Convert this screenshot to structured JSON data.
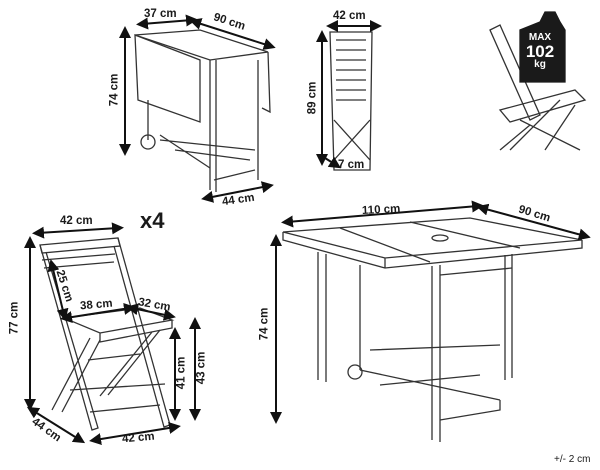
{
  "title": "Folding table and 4 chairs dimensions",
  "folded_table": {
    "depth": "37 cm",
    "width": "90 cm",
    "height": "74 cm",
    "base": "44 cm"
  },
  "folded_chair": {
    "width": "42 cm",
    "height": "89 cm",
    "thickness": "7 cm"
  },
  "load_tag": {
    "line1": "MAX",
    "line2": "102",
    "line3": "kg"
  },
  "chair": {
    "quantity": "x4",
    "width_top": "42 cm",
    "height": "77 cm",
    "backrest": "25 cm",
    "seat_width": "38 cm",
    "seat_depth": "32 cm",
    "seat_height_front": "41 cm",
    "seat_height": "43 cm",
    "depth_base": "44 cm",
    "width_base": "42 cm"
  },
  "open_table": {
    "length": "110 cm",
    "depth": "90 cm",
    "height": "74 cm"
  },
  "tolerance": "+/- 2 cm",
  "colors": {
    "line": "#333333",
    "tag": "#1a1a1a"
  }
}
